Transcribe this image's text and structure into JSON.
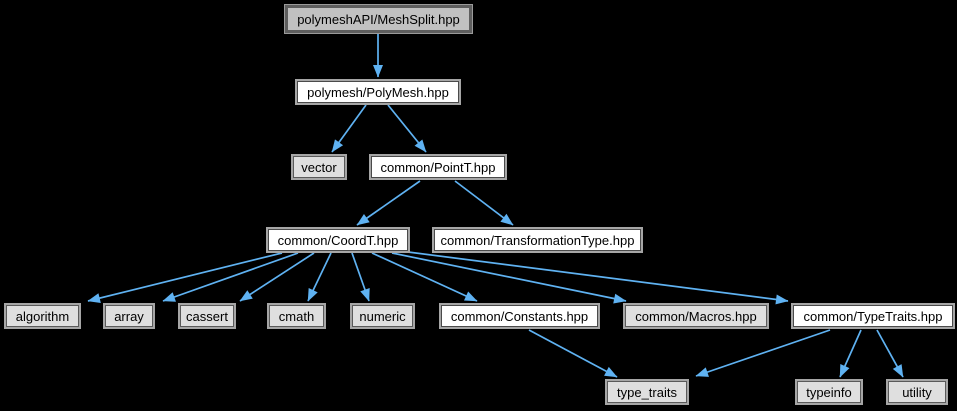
{
  "graph": {
    "kind": "include-dependency-graph",
    "background_color": "#000000",
    "edge_color": "#5FB2F2",
    "node_fill_main": "#C1C1C1",
    "node_fill_linked": "#FFFFFF",
    "node_fill_plain": "#DFDFDF",
    "text_color": "#000000"
  },
  "nodes": [
    {
      "label": "polymeshAPI/MeshSplit.hpp",
      "kind": "main"
    },
    {
      "label": "polymesh/PolyMesh.hpp",
      "kind": "linked"
    },
    {
      "label": "vector",
      "kind": "plain"
    },
    {
      "label": "common/PointT.hpp",
      "kind": "linked"
    },
    {
      "label": "common/CoordT.hpp",
      "kind": "linked"
    },
    {
      "label": "common/TransformationType.hpp",
      "kind": "linked"
    },
    {
      "label": "algorithm",
      "kind": "plain"
    },
    {
      "label": "array",
      "kind": "plain"
    },
    {
      "label": "cassert",
      "kind": "plain"
    },
    {
      "label": "cmath",
      "kind": "plain"
    },
    {
      "label": "numeric",
      "kind": "plain"
    },
    {
      "label": "common/Constants.hpp",
      "kind": "linked"
    },
    {
      "label": "common/Macros.hpp",
      "kind": "plain"
    },
    {
      "label": "common/TypeTraits.hpp",
      "kind": "linked"
    },
    {
      "label": "type_traits",
      "kind": "plain"
    },
    {
      "label": "typeinfo",
      "kind": "plain"
    },
    {
      "label": "utility",
      "kind": "plain"
    }
  ],
  "edges": [
    {
      "from": "polymeshAPI/MeshSplit.hpp",
      "to": "polymesh/PolyMesh.hpp"
    },
    {
      "from": "polymesh/PolyMesh.hpp",
      "to": "vector"
    },
    {
      "from": "polymesh/PolyMesh.hpp",
      "to": "common/PointT.hpp"
    },
    {
      "from": "common/PointT.hpp",
      "to": "common/CoordT.hpp"
    },
    {
      "from": "common/PointT.hpp",
      "to": "common/TransformationType.hpp"
    },
    {
      "from": "common/CoordT.hpp",
      "to": "algorithm"
    },
    {
      "from": "common/CoordT.hpp",
      "to": "array"
    },
    {
      "from": "common/CoordT.hpp",
      "to": "cassert"
    },
    {
      "from": "common/CoordT.hpp",
      "to": "cmath"
    },
    {
      "from": "common/CoordT.hpp",
      "to": "numeric"
    },
    {
      "from": "common/CoordT.hpp",
      "to": "common/Constants.hpp"
    },
    {
      "from": "common/CoordT.hpp",
      "to": "common/Macros.hpp"
    },
    {
      "from": "common/CoordT.hpp",
      "to": "common/TypeTraits.hpp"
    },
    {
      "from": "common/Constants.hpp",
      "to": "type_traits"
    },
    {
      "from": "common/TypeTraits.hpp",
      "to": "type_traits"
    },
    {
      "from": "common/TypeTraits.hpp",
      "to": "typeinfo"
    },
    {
      "from": "common/TypeTraits.hpp",
      "to": "utility"
    }
  ]
}
